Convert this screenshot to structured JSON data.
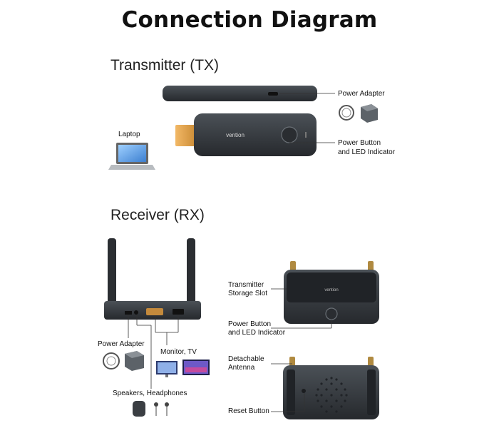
{
  "title": "Connection Diagram",
  "transmitter": {
    "heading": "Transmitter (TX)",
    "brand": "vention",
    "labels": {
      "power_adapter": "Power Adapter",
      "laptop": "Laptop",
      "power_button_line1": "Power Button",
      "power_button_line2": "and LED Indicator"
    }
  },
  "receiver": {
    "heading": "Receiver (RX)",
    "brand": "vention",
    "labels": {
      "power_adapter": "Power Adapter",
      "monitor_tv": "Monitor, TV",
      "speakers_headphones": "Speakers, Headphones",
      "storage_slot_line1": "Transmitter",
      "storage_slot_line2": "Storage Slot",
      "power_button_line1": "Power Button",
      "power_button_line2": "and LED Indicator",
      "antenna_line1": "Detachable",
      "antenna_line2": "Antenna",
      "reset_button": "Reset Button"
    }
  },
  "colors": {
    "device_dark": "#2f3337",
    "device_mid": "#474c52",
    "hdmi_gold": "#e0a24a",
    "line": "#333333"
  }
}
